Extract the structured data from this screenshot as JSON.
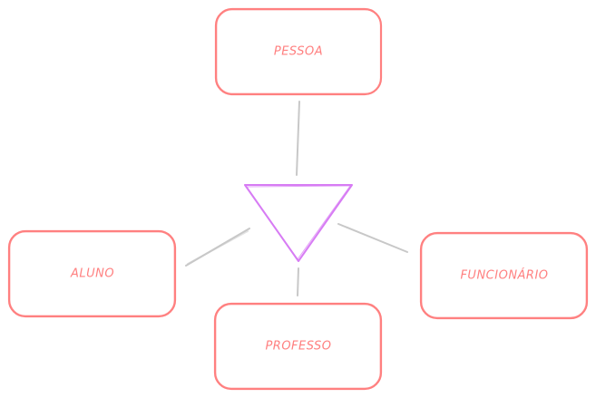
{
  "entities": {
    "pessoa": "PESSOA",
    "aluno": "ALUNO",
    "professor": "PROFESSO",
    "funcionario": "FUNCIONÁRIO"
  },
  "colors": {
    "entity_stroke": "#ff8080",
    "specialization_stroke": "#d77cf4",
    "connector": "#c8c8c8"
  }
}
